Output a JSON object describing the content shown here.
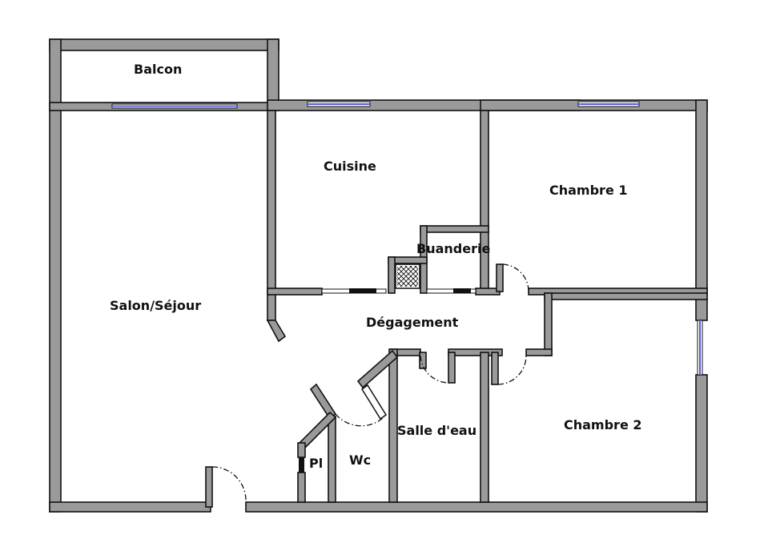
{
  "rooms": {
    "balcon": "Balcon",
    "cuisine": "Cuisine",
    "chambre1": "Chambre 1",
    "buanderie": "Buanderie",
    "salon": "Salon/Séjour",
    "degagement": "Dégagement",
    "salle_eau": "Salle d'eau",
    "chambre2": "Chambre 2",
    "placard": "Pl",
    "wc": "Wc"
  },
  "colors": {
    "wall_fill": "#9a9a9a",
    "wall_outline": "#111111",
    "window": "#5b5bd6",
    "background": "#ffffff"
  }
}
